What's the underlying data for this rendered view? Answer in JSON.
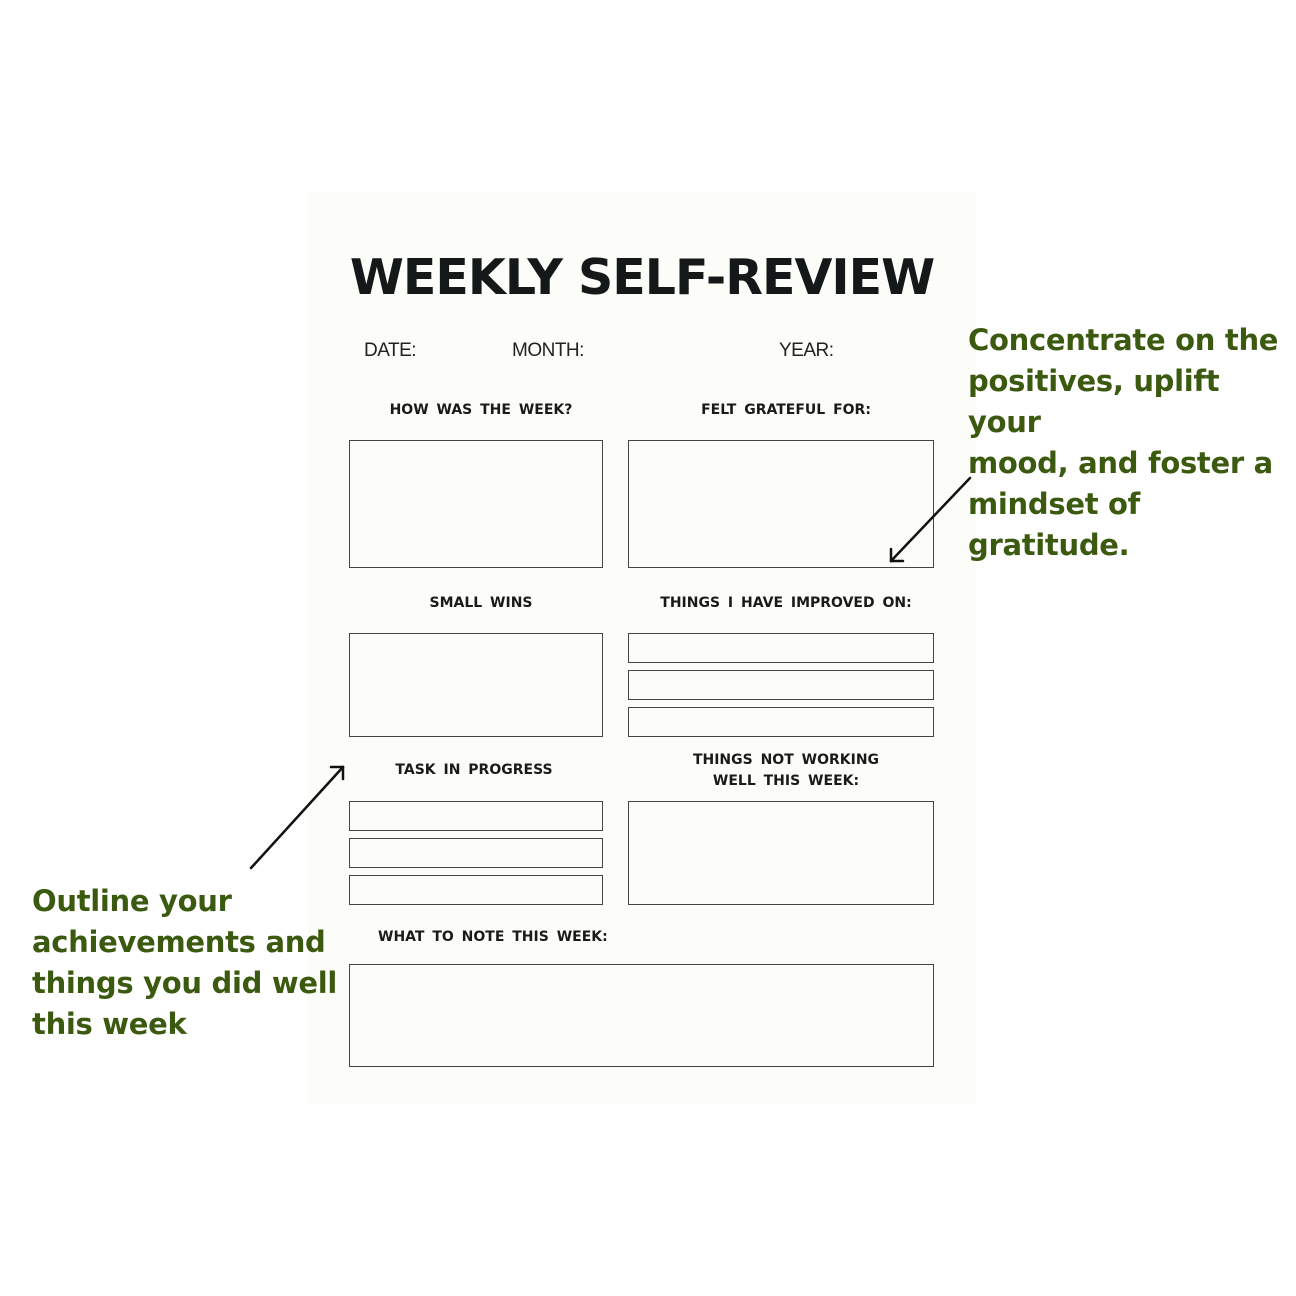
{
  "worksheet": {
    "title": "WEEKLY SELF-REVIEW",
    "fields": {
      "date": "DATE:",
      "month": "MONTH:",
      "year": "YEAR:"
    },
    "sections": {
      "how_was_week": "HOW WAS THE WEEK?",
      "felt_grateful": "FELT GRATEFUL FOR:",
      "small_wins": "SMALL WINS",
      "improved_on": "THINGS I HAVE IMPROVED ON:",
      "task_in_progress": "TASK IN PROGRESS",
      "not_working_line1": "THINGS NOT WORKING",
      "not_working_line2": "WELL THIS WEEK:",
      "note_this_week": "WHAT TO NOTE THIS WEEK:"
    }
  },
  "annotations": {
    "right": [
      "Concentrate on the",
      "positives, uplift your",
      "mood, and foster a",
      "mindset of gratitude."
    ],
    "left": [
      "Outline your",
      "achievements and",
      "things you did well",
      "this week"
    ]
  },
  "colors": {
    "annotation_text": "#3b5a10",
    "sheet_background": "#fcfcf9",
    "box_border": "#444444"
  }
}
